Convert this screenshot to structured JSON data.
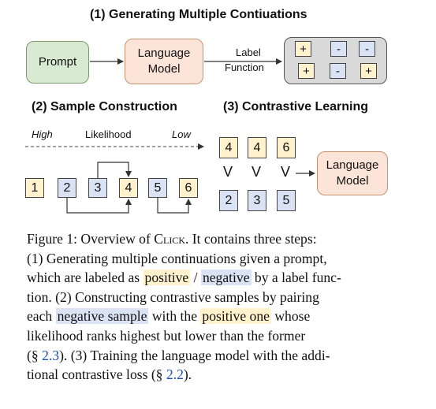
{
  "section1": {
    "title": "(1) Generating Multiple Contiuations",
    "prompt_label": "Prompt",
    "lm_label_line1": "Language",
    "lm_label_line2": "Model",
    "arrow_label_line1": "Label",
    "arrow_label_line2": "Function",
    "outputs": [
      "+",
      "-",
      "-",
      "+",
      "-",
      "+"
    ],
    "output_labels": [
      "positive",
      "negative",
      "negative",
      "positive",
      "negative",
      "positive"
    ]
  },
  "section2": {
    "title": "(2) Sample Construction",
    "axis_high": "High",
    "axis_mid": "Likelihood",
    "axis_low": "Low",
    "samples": [
      "1",
      "2",
      "3",
      "4",
      "5",
      "6"
    ],
    "sample_labels": [
      "positive",
      "negative",
      "negative",
      "positive",
      "negative",
      "positive"
    ]
  },
  "section3": {
    "title": "(3) Contrastive Learning",
    "top_row": [
      "4",
      "4",
      "6"
    ],
    "bottom_row": [
      "2",
      "3",
      "5"
    ],
    "comparator": "V",
    "lm_label_line1": "Language",
    "lm_label_line2": "Model"
  },
  "caption": {
    "l1_a": "Figure 1: Overview of ",
    "l1_click": "Click",
    "l1_b": ". It contains three steps:",
    "l2": "(1) Generating multiple continuations given a prompt,",
    "l3_a": "which are labeled as ",
    "l3_pos": "positive",
    "l3_sep": " / ",
    "l3_neg": "negative",
    "l3_b": " by a label func-",
    "l4": "tion. (2) Constructing contrastive samples by pairing",
    "l5_a": "each ",
    "l5_neg": "negative sample",
    "l5_b": " with the ",
    "l5_pos": "positive one",
    "l5_c": " whose",
    "l6": "likelihood ranks highest but lower than the former",
    "l7_a": "(§ ",
    "l7_ref": "2.3",
    "l7_b": "). (3) Training the language model with the addi-",
    "l8_a": "tional contrastive loss (§ ",
    "l8_ref": "2.2",
    "l8_b": ")."
  },
  "colors": {
    "positive": "#fff2cc",
    "negative": "#dae3f3",
    "prompt": "#d9ead3",
    "language_model": "#fce5d8",
    "output_container": "#d9d9d9",
    "reference_link": "#1f4fb3"
  }
}
